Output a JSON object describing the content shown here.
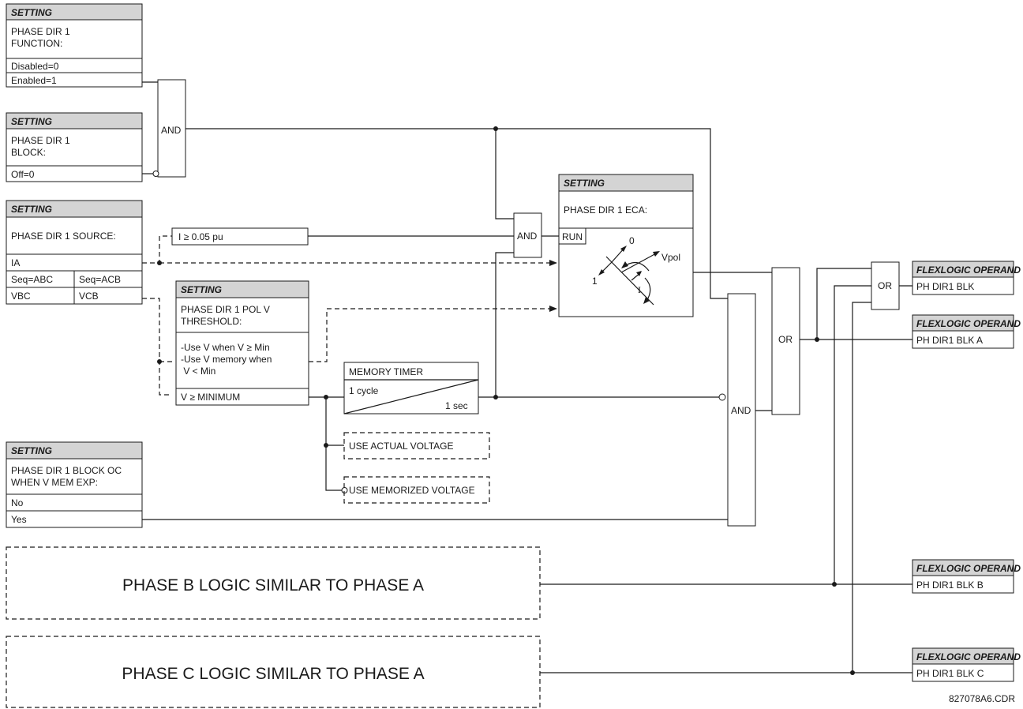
{
  "settings": {
    "function": {
      "header": "SETTING",
      "name": "PHASE DIR 1\nFUNCTION:",
      "options": [
        "Disabled=0",
        "Enabled=1"
      ]
    },
    "block": {
      "header": "SETTING",
      "name": "PHASE DIR 1\nBLOCK:",
      "options": [
        "Off=0"
      ]
    },
    "source": {
      "header": "SETTING",
      "name": "PHASE DIR 1 SOURCE:",
      "row_ia": "IA",
      "seq_abc": "Seq=ABC",
      "seq_acb": "Seq=ACB",
      "vbc": "VBC",
      "vcb": "VCB"
    },
    "pol_v": {
      "header": "SETTING",
      "name": "PHASE DIR 1 POL V\nTHRESHOLD:",
      "desc": "-Use V when V ≥ Min\n-Use V memory when\n  V < Min",
      "output": "V ≥ MINIMUM"
    },
    "block_oc": {
      "header": "SETTING",
      "name": "PHASE DIR 1 BLOCK OC\nWHEN V MEM EXP:",
      "options": [
        "No",
        "Yes"
      ]
    },
    "eca": {
      "header": "SETTING",
      "name": "PHASE DIR 1 ECA:",
      "run": "RUN",
      "angle_0": "0",
      "angle_1": "1",
      "vpol": "Vpol",
      "i_label": "I"
    }
  },
  "current_threshold": "I ≥ 0.05 pu",
  "memory_timer": {
    "title": "MEMORY TIMER",
    "pickup": "1 cycle",
    "dropout": "1 sec"
  },
  "use_actual": "USE ACTUAL VOLTAGE",
  "use_memorized": "USE MEMORIZED VOLTAGE",
  "gates": {
    "and1": "AND",
    "and2": "AND",
    "and3": "AND",
    "or1": "OR",
    "or2": "OR"
  },
  "operands": [
    {
      "header": "FLEXLOGIC OPERAND",
      "name": "PH DIR1 BLK"
    },
    {
      "header": "FLEXLOGIC OPERAND",
      "name": "PH DIR1 BLK A"
    },
    {
      "header": "FLEXLOGIC OPERAND",
      "name": "PH DIR1 BLK B"
    },
    {
      "header": "FLEXLOGIC OPERAND",
      "name": "PH DIR1 BLK C"
    }
  ],
  "phase_b": "PHASE B LOGIC SIMILAR TO PHASE A",
  "phase_c": "PHASE C LOGIC SIMILAR TO PHASE A",
  "drawing_id": "827078A6.CDR"
}
